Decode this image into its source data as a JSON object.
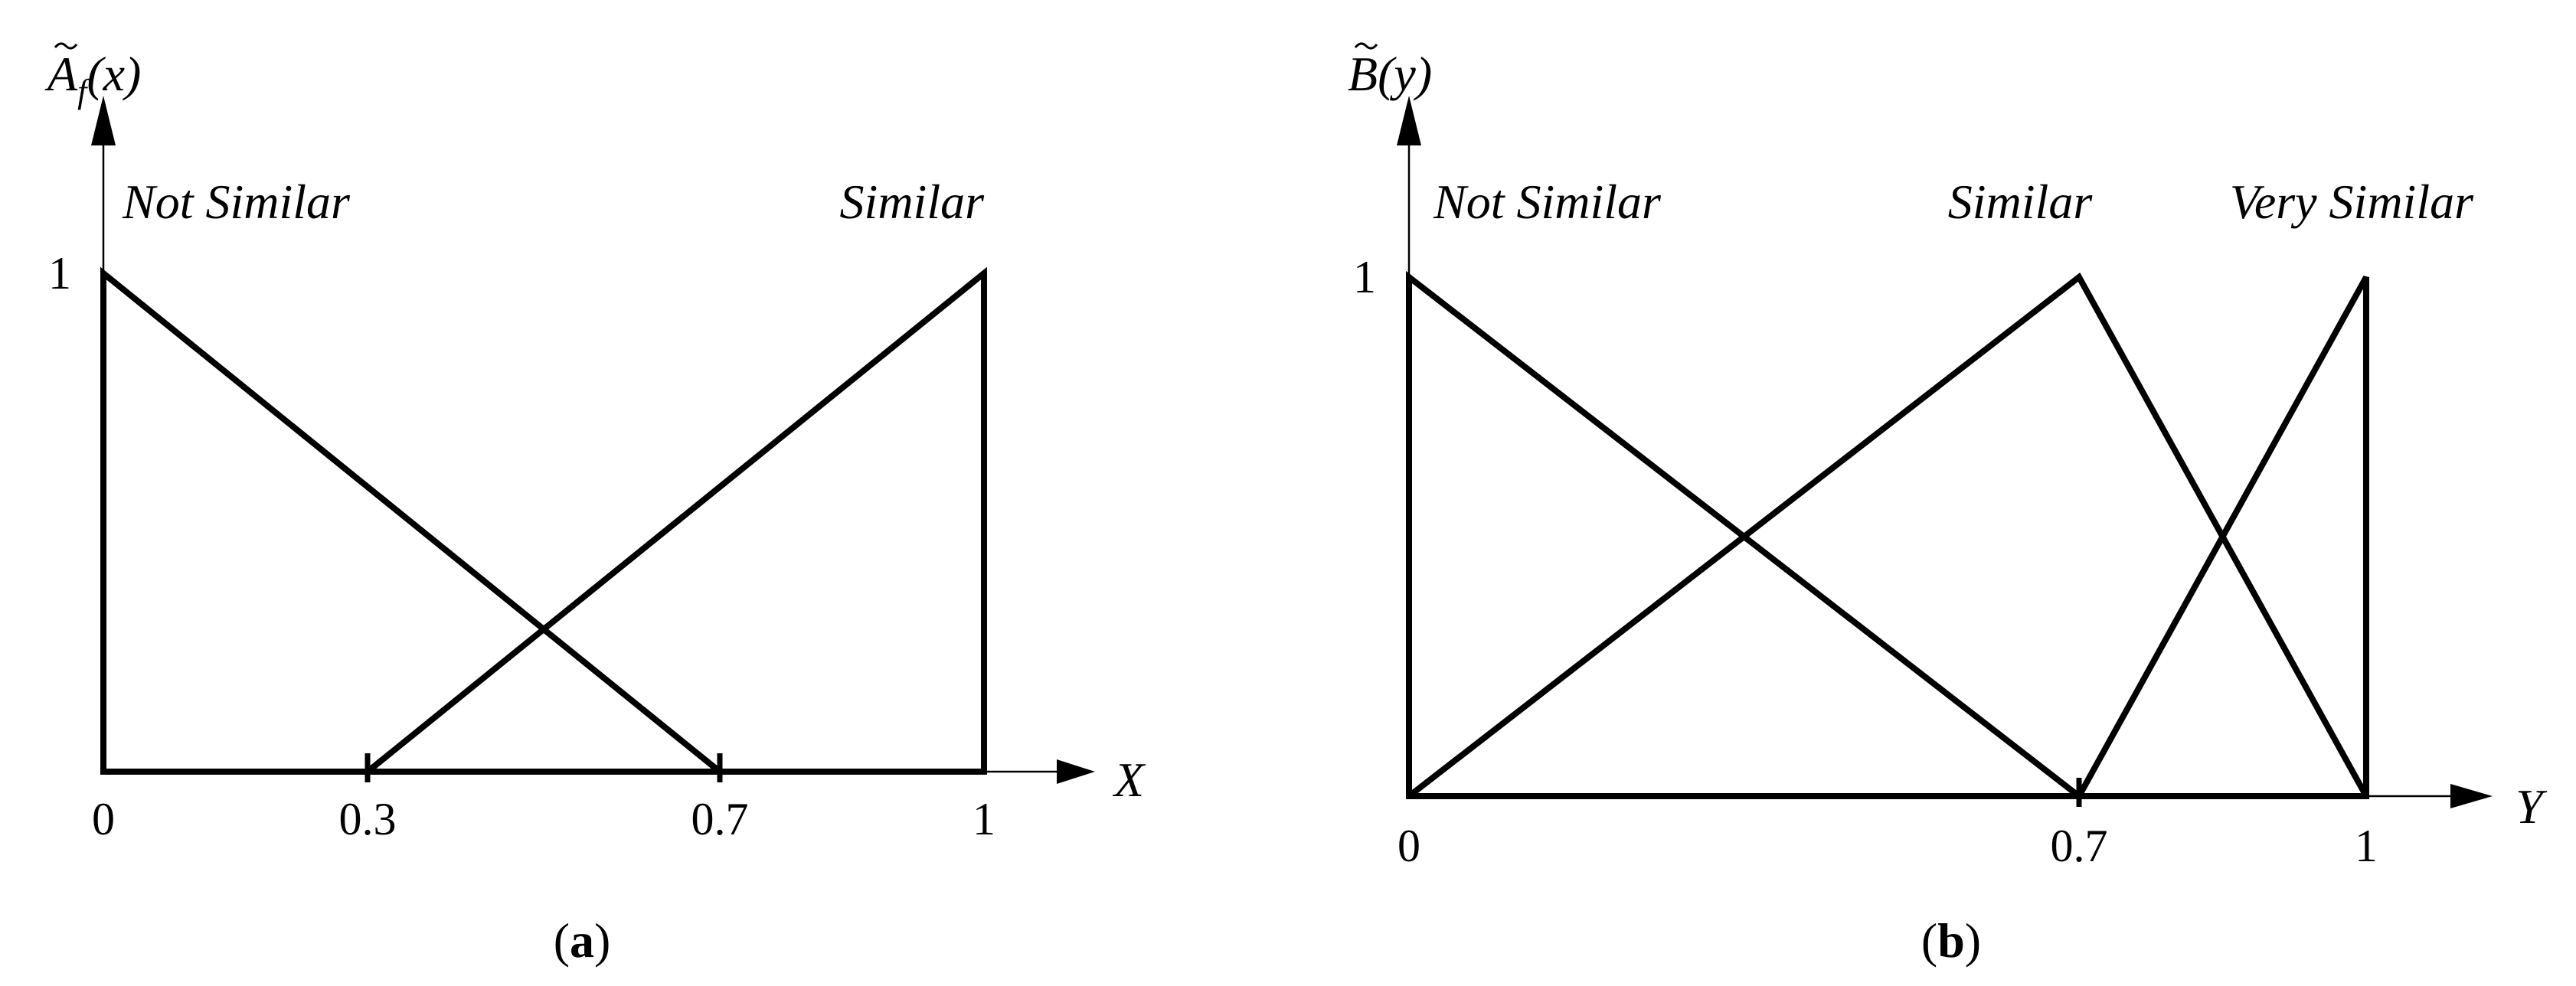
{
  "chart_data": [
    {
      "type": "line",
      "panel_label": "(a)",
      "panel_label_bold": "a",
      "y_axis_title": {
        "tilde_char": "A",
        "sub": "f",
        "arg": "(x)"
      },
      "x_axis_title": "X",
      "xlim": [
        0,
        1
      ],
      "ylim": [
        0,
        1
      ],
      "x_tick_labels": [
        "0",
        "0.3",
        "0.7",
        "1"
      ],
      "x_tick_values": [
        0,
        0.3,
        0.7,
        1
      ],
      "x_tick_marks": [
        0.3,
        0.7
      ],
      "y_tick_labels": [
        "1"
      ],
      "y_tick_values": [
        1
      ],
      "series": [
        {
          "name": "Not Similar",
          "x": [
            0,
            0,
            0.7
          ],
          "y": [
            0,
            1,
            0
          ]
        },
        {
          "name": "Similar",
          "x": [
            0.3,
            1,
            1
          ],
          "y": [
            0,
            1,
            0
          ]
        }
      ],
      "grid": false
    },
    {
      "type": "line",
      "panel_label": "(b)",
      "panel_label_bold": "b",
      "y_axis_title": {
        "tilde_char": "B",
        "arg": "(y)"
      },
      "x_axis_title": "Y",
      "xlim": [
        0,
        1
      ],
      "ylim": [
        0,
        1
      ],
      "x_tick_labels": [
        "0",
        "0.7",
        "1"
      ],
      "x_tick_values": [
        0,
        0.7,
        1
      ],
      "x_tick_marks": [
        0.7
      ],
      "y_tick_labels": [
        "1"
      ],
      "y_tick_values": [
        1
      ],
      "series": [
        {
          "name": "Not Similar",
          "x": [
            0,
            0,
            0.7
          ],
          "y": [
            0,
            1,
            0
          ]
        },
        {
          "name": "Similar",
          "x": [
            0,
            0.7,
            1
          ],
          "y": [
            0,
            1,
            0
          ]
        },
        {
          "name": "Very Similar",
          "x": [
            0.7,
            1,
            1
          ],
          "y": [
            0,
            1,
            0
          ]
        }
      ],
      "grid": false
    }
  ]
}
